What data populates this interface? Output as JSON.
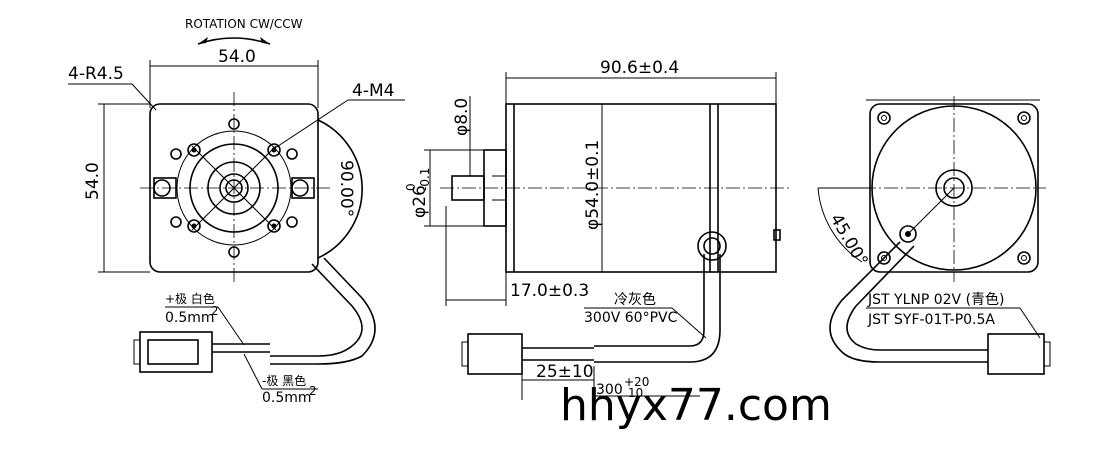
{
  "front_view": {
    "rotation_label": "ROTATION CW/CCW",
    "width_dim": "54.0",
    "height_dim": "54.0",
    "corner_radius_label": "4-R4.5",
    "mount_thread_label": "4-M4",
    "angle_dim": "90.00°"
  },
  "side_view": {
    "length_dim": "90.6±0.4",
    "shaft_dia_dim": "φ8.0",
    "pilot_dia_main": "φ26",
    "pilot_dia_sup": "0",
    "pilot_dia_sub": "-0.1",
    "body_dia_dim": "φ54.0±0.1",
    "shaft_length_dim": "17.0±0.3",
    "cable_color_label": "冷灰色",
    "cable_spec_label": "300V 60°PVC",
    "strip_length_dim": "25±10",
    "cable_length_main": "300",
    "cable_length_sup": "+20",
    "cable_length_sub": "10"
  },
  "lead_wires": {
    "positive_label": "+极 白色",
    "positive_size": "0.5mm",
    "positive_size_sup": "2",
    "negative_label": "-极 黑色",
    "negative_size": "0.5mm",
    "negative_size_sup": "2"
  },
  "rear_view": {
    "angle_dim": "45.00°",
    "connector_line1": "JST YLNP 02V (青色)",
    "connector_line2": "JST SYF-01T-P0.5A"
  },
  "watermark": "hhyx77.com"
}
